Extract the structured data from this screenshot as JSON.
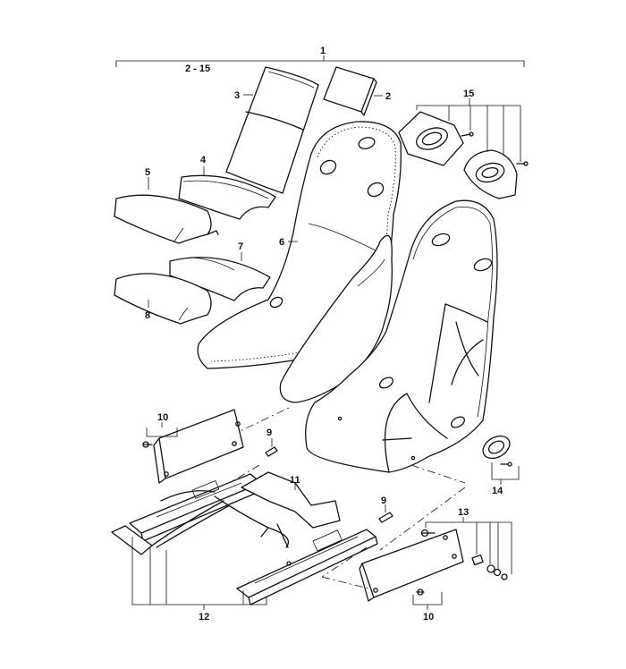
{
  "labels": {
    "assembly": "1",
    "range": "2 - 15",
    "p2": "2",
    "p3": "3",
    "p4": "4",
    "p5": "5",
    "p6": "6",
    "p7": "7",
    "p8": "8",
    "p9a": "9",
    "p9b": "9",
    "p10a": "10",
    "p10b": "10",
    "p11": "11",
    "p12": "12",
    "p13": "13",
    "p14": "14",
    "p15": "15"
  }
}
